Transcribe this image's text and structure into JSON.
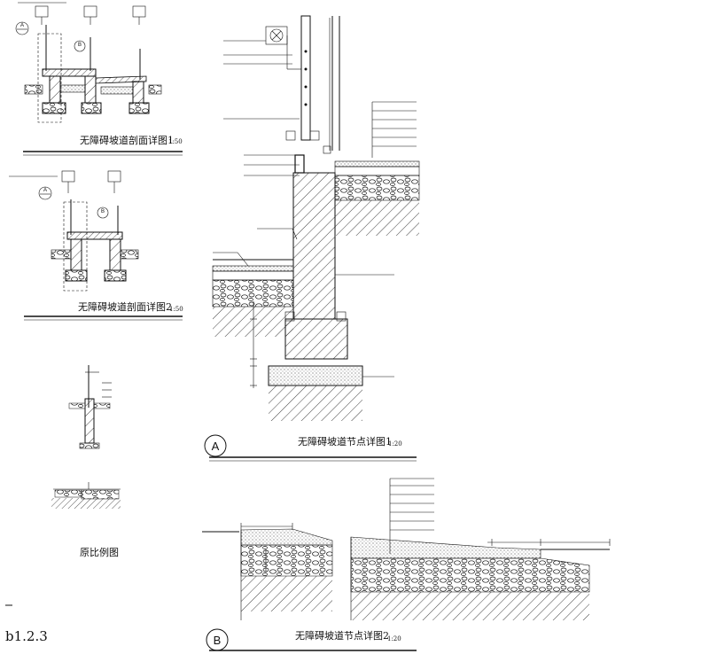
{
  "sheet": {
    "sheet_number": "b1.2.3"
  },
  "details": {
    "section1": {
      "title": "无障碍坡道剖面详图1",
      "scale": "1:50",
      "callout_a": "A",
      "callout_b": "B"
    },
    "section2": {
      "title": "无障碍坡道剖面详图2",
      "scale": "1:50",
      "callout_a": "A",
      "callout_b": "B"
    },
    "original": {
      "title": "原比例图"
    },
    "node1": {
      "title": "无障碍坡道节点详图1",
      "scale": "1:20",
      "marker": "A"
    },
    "node2": {
      "title": "无障碍坡道节点详图2",
      "scale": "1:20",
      "marker": "B"
    }
  }
}
